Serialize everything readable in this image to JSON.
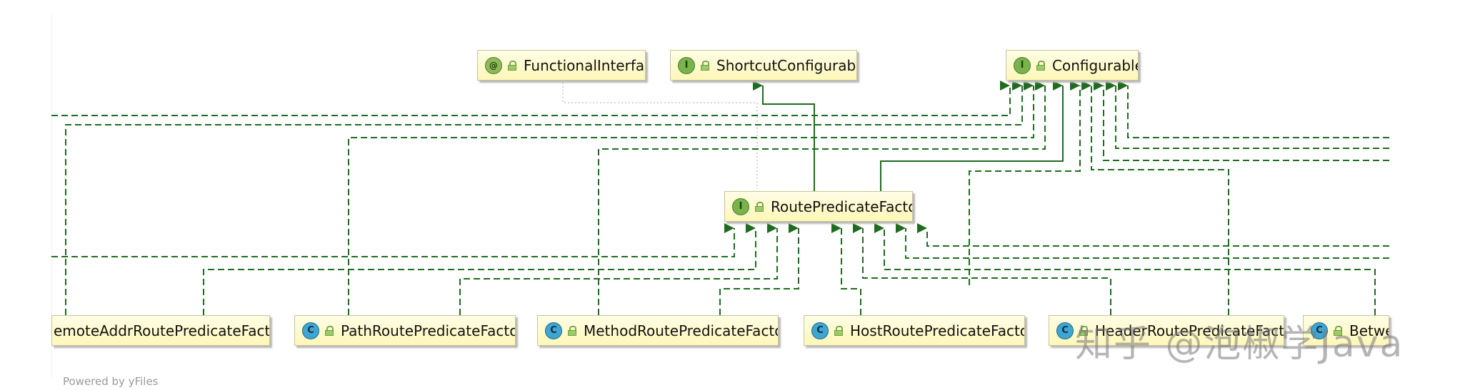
{
  "nodes": {
    "functional_interface": {
      "badge": "@",
      "label": "FunctionalInterface"
    },
    "shortcut_configurable": {
      "badge": "I",
      "label": "ShortcutConfigurable"
    },
    "configurable": {
      "badge": "I",
      "label": "Configurable"
    },
    "route_predicate_factory": {
      "badge": "I",
      "label": "RoutePredicateFactory"
    },
    "remote_addr": {
      "badge": "C",
      "label": "emoteAddrRoutePredicateFactory"
    },
    "path": {
      "badge": "C",
      "label": "PathRoutePredicateFactory"
    },
    "method": {
      "badge": "C",
      "label": "MethodRoutePredicateFactory"
    },
    "host": {
      "badge": "C",
      "label": "HostRoutePredicateFactory"
    },
    "header": {
      "badge": "C",
      "label": "HeaderRoutePredicateFactory"
    },
    "between": {
      "badge": "C",
      "label": "Betwe"
    }
  },
  "footer": "Powered by yFiles",
  "watermark": "知乎 @泡椒学Java",
  "colors": {
    "edge": "#1f6b1f",
    "dotted": "#c7c7c7",
    "node_fill": "#fff9c8"
  }
}
